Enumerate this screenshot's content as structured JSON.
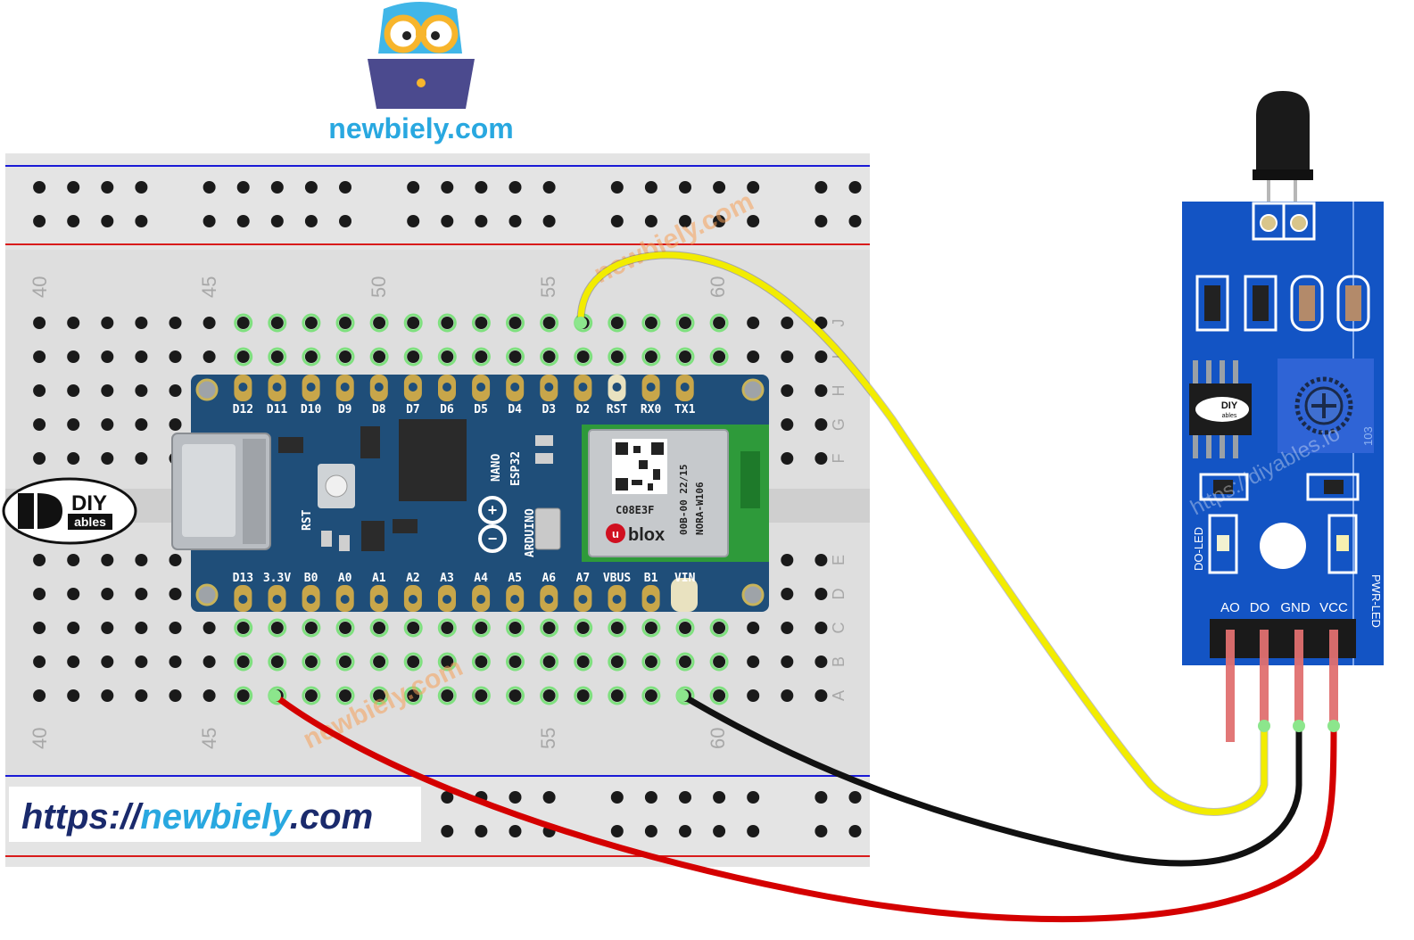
{
  "brand": {
    "site_name": "newbiely.com",
    "url_prefix": "https://",
    "url_name": "newbiely",
    "url_suffix": ".com",
    "watermark": "newbiely.com",
    "module_watermark": "https://diyables.io",
    "diy_top": "DIY",
    "diy_bottom": "ables"
  },
  "breadboard": {
    "column_numbers_top": [
      "40",
      "45",
      "50",
      "55",
      "60"
    ],
    "column_numbers_bottom": [
      "40",
      "45",
      "55",
      "60"
    ],
    "row_letters_top": [
      "J",
      "I",
      "H",
      "G",
      "F"
    ],
    "row_letters_bottom": [
      "E",
      "D",
      "C",
      "B",
      "A"
    ]
  },
  "board": {
    "top_pins": [
      "D12",
      "D11",
      "D10",
      "D9",
      "D8",
      "D7",
      "D6",
      "D5",
      "D4",
      "D3",
      "D2",
      "RST",
      "RX0",
      "TX1"
    ],
    "bottom_pins": [
      "D13",
      "3.3V",
      "B0",
      "A0",
      "A1",
      "A2",
      "A3",
      "A4",
      "A5",
      "A6",
      "A7",
      "VBUS",
      "B1",
      "VIN"
    ],
    "label_nano": "NANO",
    "label_esp32": "ESP32",
    "label_arduino": "ARDUINO",
    "label_rst": "RST",
    "module_code": "C08E3F",
    "module_line1": "00B-00 22/15",
    "module_line2": "NORA-W106",
    "module_brand": "blox",
    "module_brand_prefix": "u"
  },
  "sensor": {
    "pins": [
      "AO",
      "DO",
      "GND",
      "VCC"
    ],
    "led_left": "DO-LED",
    "led_right": "PWR-LED",
    "pot_code": "103"
  },
  "wires": [
    {
      "color": "#f2ec00",
      "from": "D2",
      "to": "DO"
    },
    {
      "color": "#111111",
      "from": "VIN-row-ground",
      "to": "GND"
    },
    {
      "color": "#d40000",
      "from": "3.3V",
      "to": "VCC"
    }
  ],
  "colors": {
    "board": "#1f4e79",
    "sensor": "#1354c4",
    "breadboard": "#e4e4e4",
    "rail_blue": "#1a1ad6",
    "rail_red": "#d81b1b",
    "accent_blue": "#29a8e0",
    "owl_yellow": "#f7b52c",
    "laptop_purple": "#4b4a8e"
  }
}
